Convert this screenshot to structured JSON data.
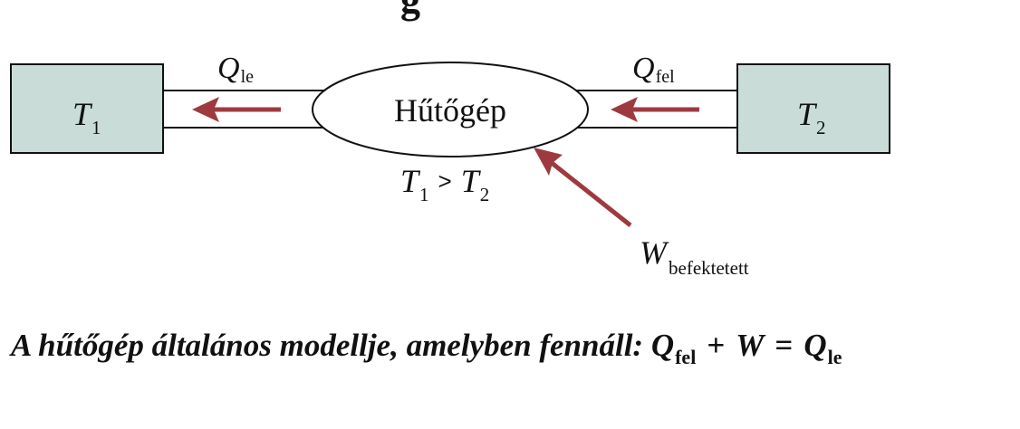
{
  "top_fragment": "g",
  "cold_reservoir": {
    "symbol": "T",
    "subscript": "1"
  },
  "hot_reservoir": {
    "symbol": "T",
    "subscript": "2"
  },
  "engine": {
    "label": "Hűtőgép"
  },
  "heat_out": {
    "symbol": "Q",
    "subscript": "le"
  },
  "heat_in": {
    "symbol": "Q",
    "subscript": "fel"
  },
  "temperature_relation": {
    "left_symbol": "T",
    "left_subscript": "1",
    "operator": ">",
    "right_symbol": "T",
    "right_subscript": "2"
  },
  "work_input": {
    "symbol": "W",
    "subscript": "befektetett"
  },
  "caption": {
    "text": "A hűtőgép általános modellje, amelyben fennáll: ",
    "lhs_symbol": "Q",
    "lhs_subscript": "fel",
    "plus": "+",
    "work_symbol": "W",
    "equals": "=",
    "rhs_symbol": "Q",
    "rhs_subscript": "le"
  },
  "colors": {
    "reservoir_fill": "#c9dcd8",
    "stroke": "#111111",
    "arrow": "#9e3a3f",
    "text": "#111111"
  }
}
